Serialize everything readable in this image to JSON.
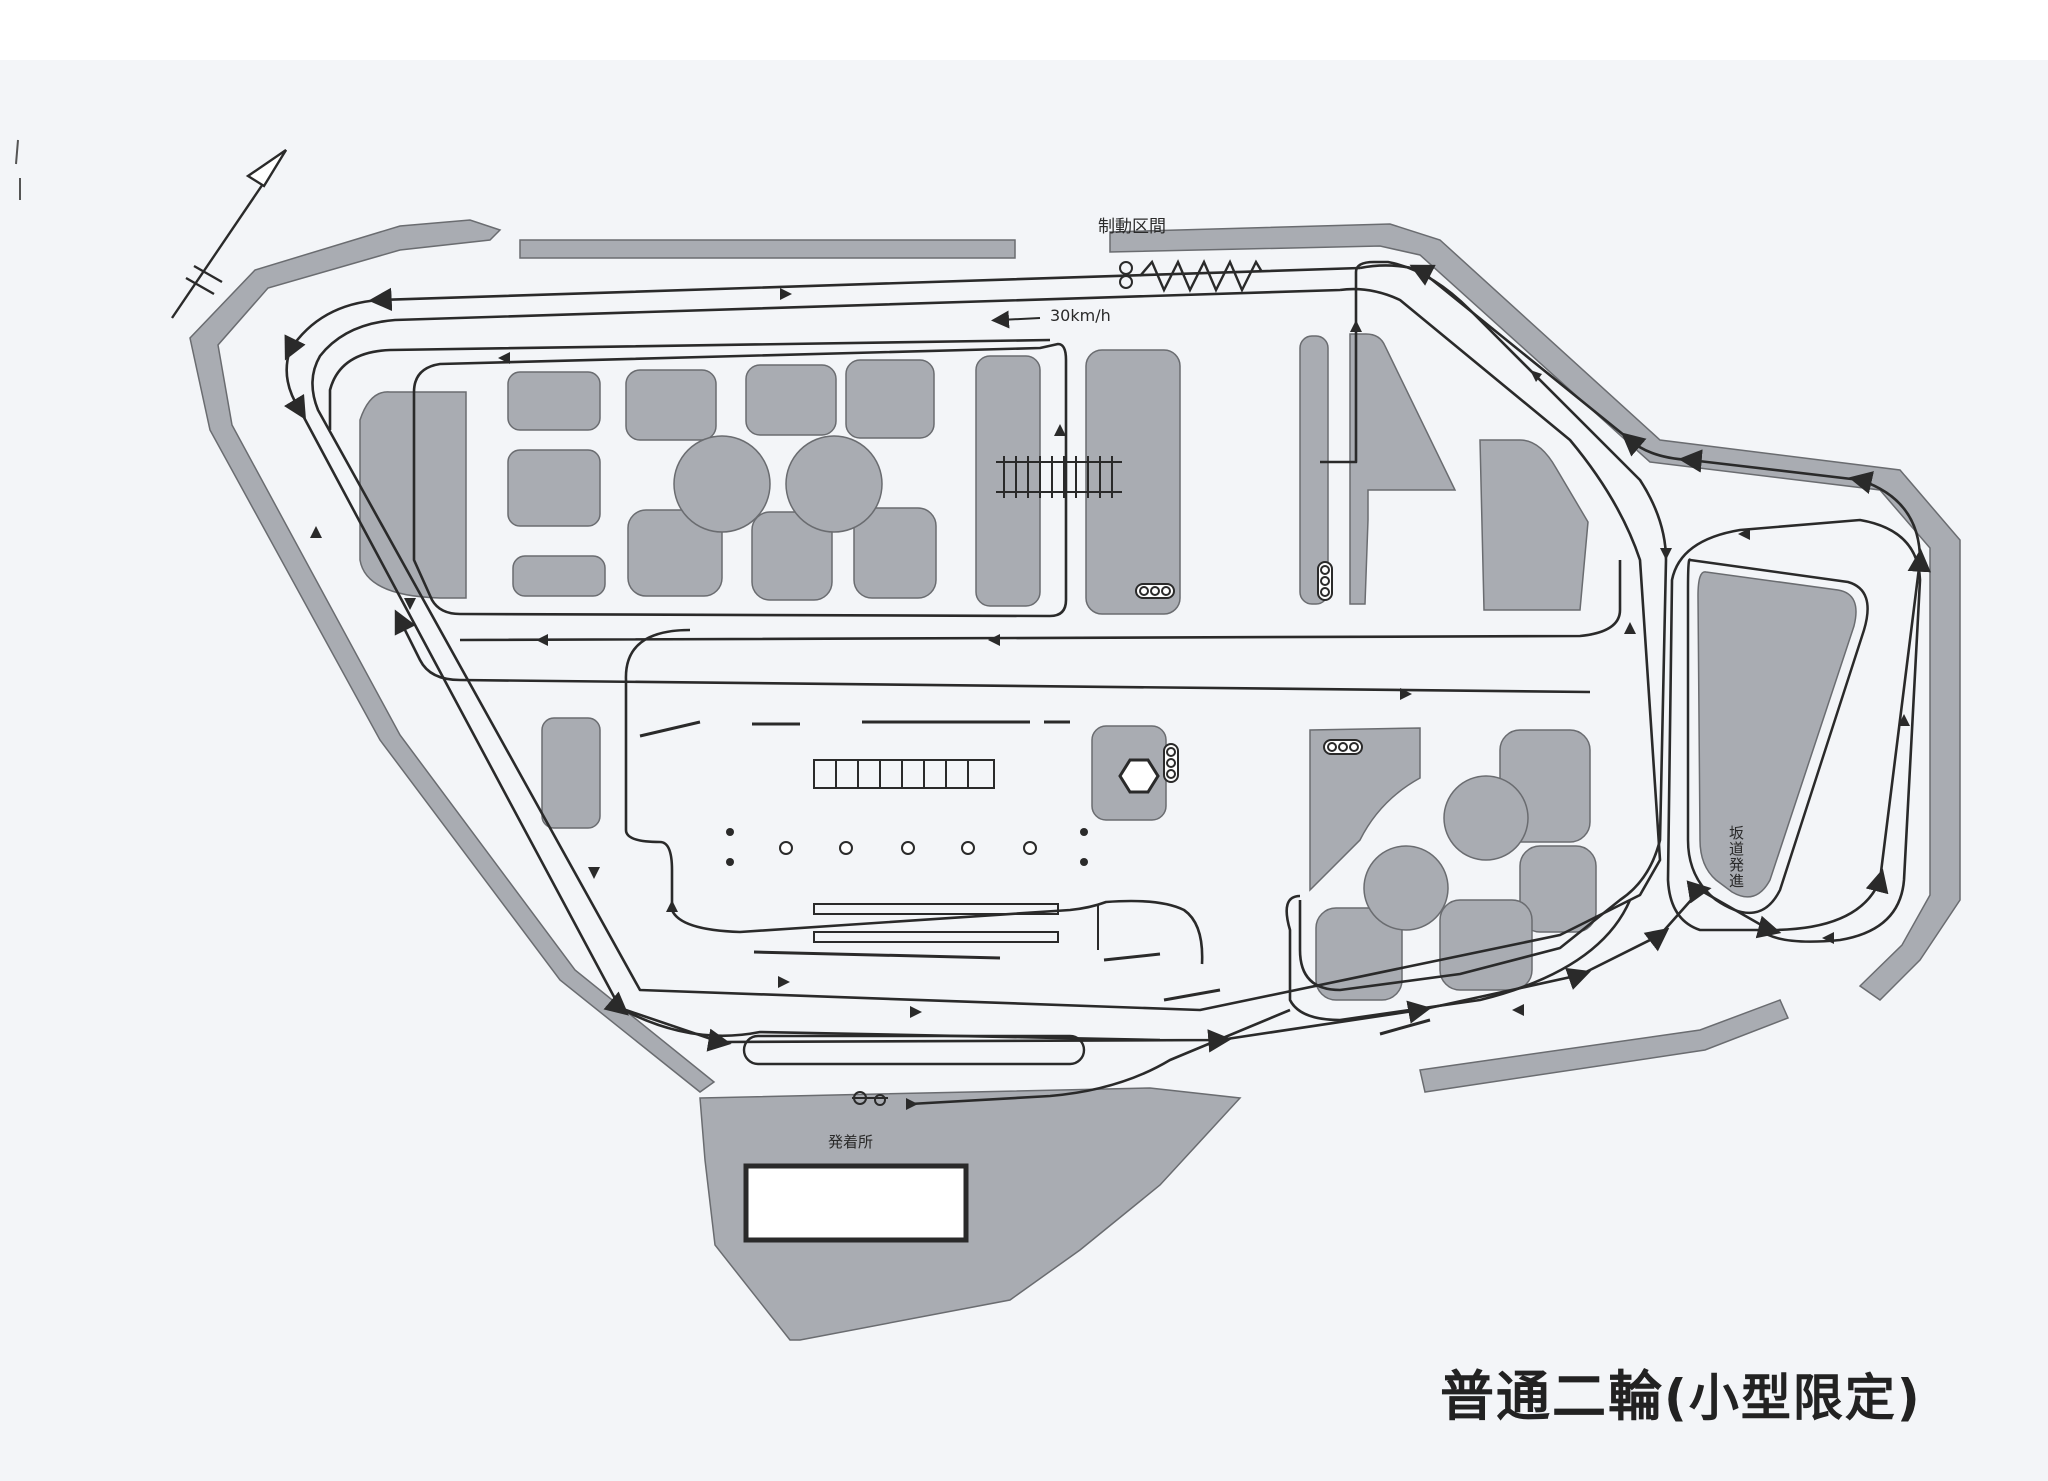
{
  "map": {
    "title_main": "普通二輪",
    "title_sub": "(小型限定)",
    "labels": {
      "braking_zone": "制動区間",
      "speed": "30km/h",
      "start_point": "発着所",
      "slope": "坂道発進"
    },
    "icons": {
      "north": "north-arrow-icon",
      "signal": "traffic-signal-icon",
      "motorcycle": "motorcycle-icon"
    },
    "colors": {
      "paper": "#f3f5f8",
      "block_fill": "#a9acb2",
      "line": "#2a2a2a"
    }
  }
}
